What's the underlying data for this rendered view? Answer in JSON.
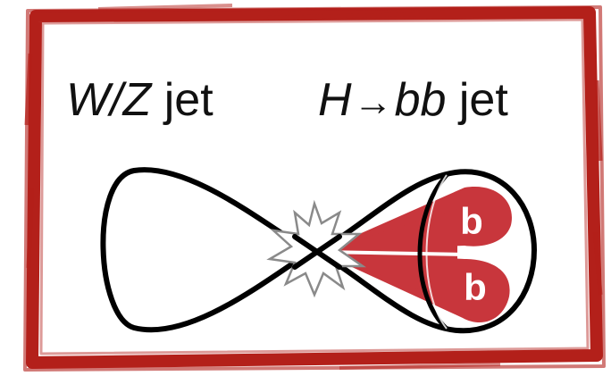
{
  "labels": {
    "left": {
      "italic": "W/Z",
      "plain": " jet"
    },
    "right": {
      "italic_a": "H",
      "arrow": "→",
      "italic_b": "bb",
      "plain": " jet"
    }
  },
  "b_labels": [
    "b",
    "b"
  ],
  "colors": {
    "frame": "#b3201a",
    "cone_fill": "#c8363c",
    "outline": "#000000",
    "spark_stroke": "#8a8a8a",
    "text": "#111111"
  }
}
